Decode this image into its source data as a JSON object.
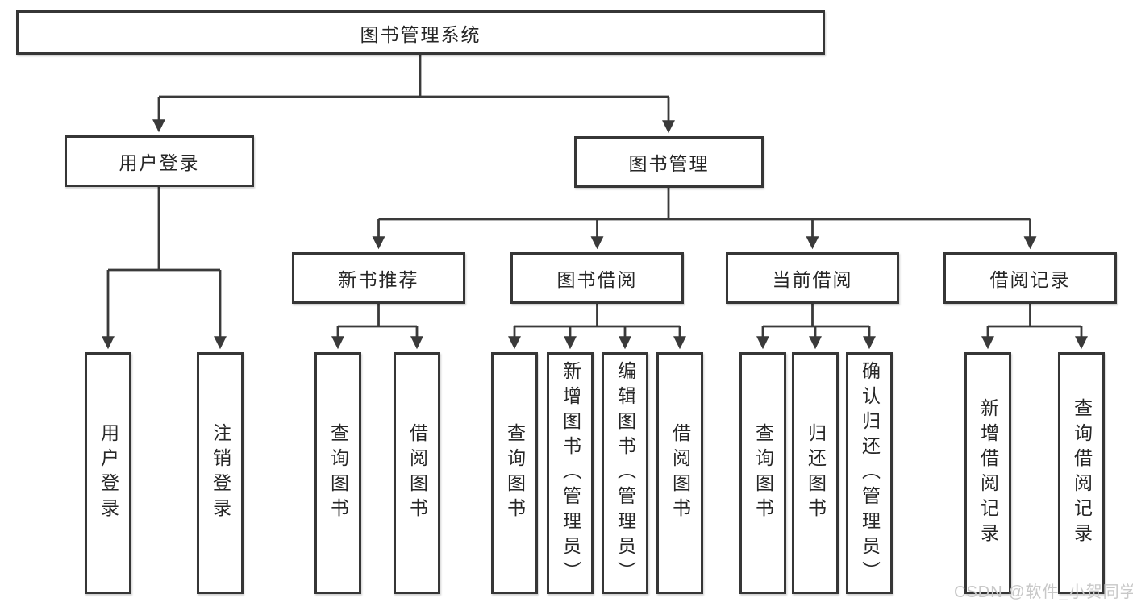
{
  "tree": {
    "root": {
      "label": "图书管理系统"
    },
    "branches": [
      {
        "label": "用户登录",
        "children": [
          {
            "label": "用户登录"
          },
          {
            "label": "注销登录"
          }
        ]
      },
      {
        "label": "图书管理",
        "children": [
          {
            "label": "新书推荐",
            "children": [
              {
                "label": "查询图书"
              },
              {
                "label": "借阅图书"
              }
            ]
          },
          {
            "label": "图书借阅",
            "children": [
              {
                "label": "查询图书"
              },
              {
                "label": "新增图书（管理员）"
              },
              {
                "label": "编辑图书（管理员）"
              },
              {
                "label": "借阅图书"
              }
            ]
          },
          {
            "label": "当前借阅",
            "children": [
              {
                "label": "查询图书"
              },
              {
                "label": "归还图书"
              },
              {
                "label": "确认归还（管理员）"
              }
            ]
          },
          {
            "label": "借阅记录",
            "children": [
              {
                "label": "新增借阅记录"
              },
              {
                "label": "查询借阅记录"
              }
            ]
          }
        ]
      }
    ]
  },
  "watermark": {
    "text": "CSDN @软件_小贺同学"
  },
  "colors": {
    "background": "#ffffff",
    "line": "#3a3a3a",
    "box_border": "#363636",
    "text": "#262626",
    "watermark": "#c8c8c8"
  }
}
